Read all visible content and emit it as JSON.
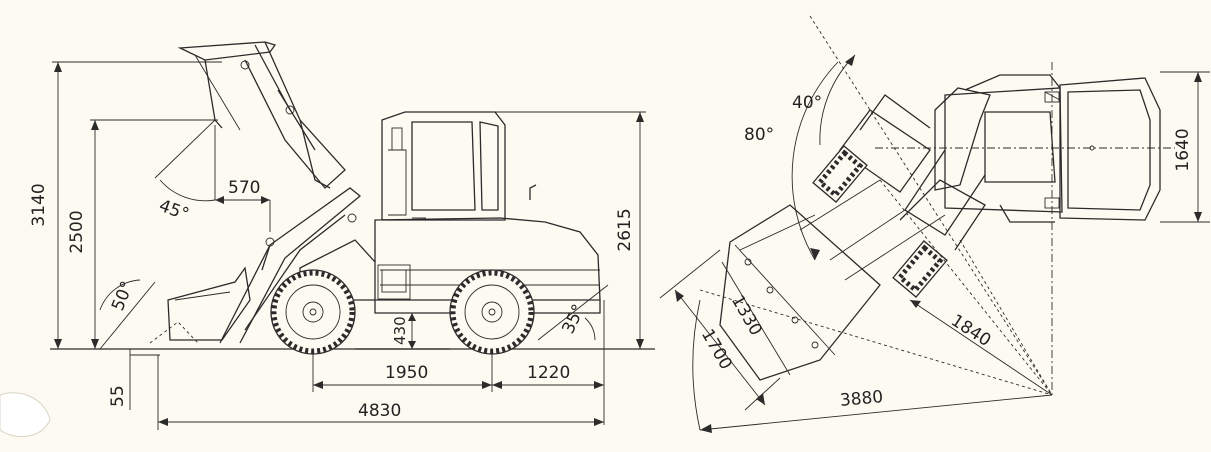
{
  "side_view": {
    "height_total": "3140",
    "height_pin": "2500",
    "height_cab": "2615",
    "reach": "570",
    "dump_angle": "45°",
    "rollback_angle": "50°",
    "clearance": "430",
    "dig_depth": "55",
    "wheelbase": "1950",
    "rear_overhang": "1220",
    "overall_length": "4830",
    "departure_angle": "35°"
  },
  "top_view": {
    "articulation_angle": "40°",
    "swing_angle": "80°",
    "width": "1640",
    "bucket_width": "1330",
    "outer_radius_bucket": "1700",
    "inner_radius": "1840",
    "turning_radius": "3880"
  },
  "colors": {
    "background": "#fdfbf1",
    "line": "#2b2b2b"
  }
}
